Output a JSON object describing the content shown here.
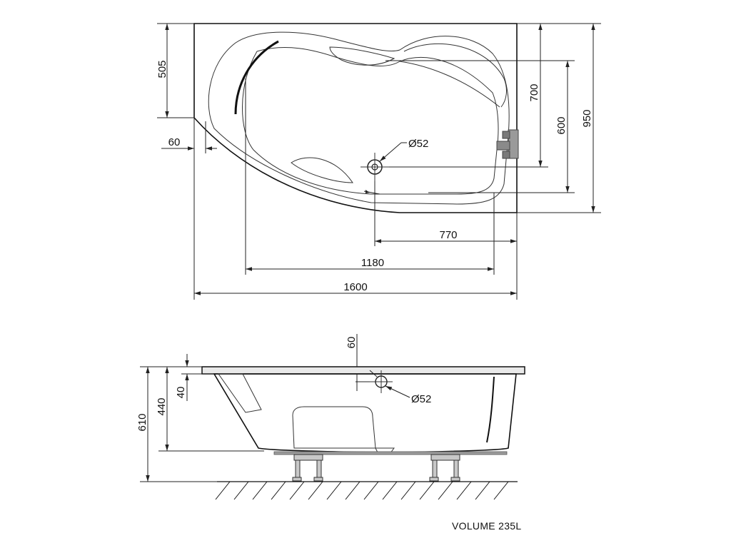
{
  "top_view": {
    "dim_overall_length": "1600",
    "dim_inner_length": "1180",
    "dim_drain_from_right": "770",
    "dim_left_straight": "505",
    "dim_rim_offset": "60",
    "dim_drain_from_top": "700",
    "dim_inner_width": "600",
    "dim_overall_width": "950",
    "drain_diameter": "Ø52"
  },
  "side_view": {
    "dim_rim_height": "60",
    "dim_rim_thickness": "40",
    "dim_tub_depth": "440",
    "dim_total_height": "610",
    "drain_diameter": "Ø52"
  },
  "volume_label": "VOLUME 235L"
}
